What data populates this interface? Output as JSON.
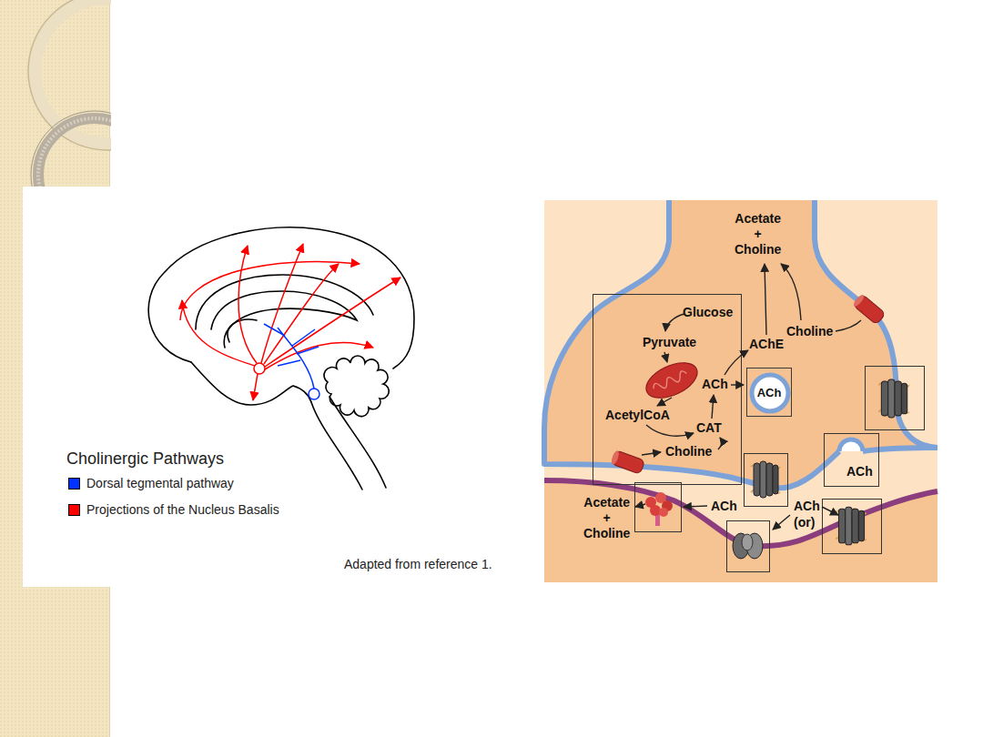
{
  "diagram": {
    "nodes": [
      {
        "text": [
          "ACh"
        ]
      }
    ],
    "labels": [
      "Cholinergic Pathways",
      "Adapted from reference 1.",
      "Acetate + Choline",
      "Glucose",
      "Pyruvate",
      "AChE",
      "Choline",
      "ACh",
      "AcetylCoA",
      "CAT",
      "Choline",
      "ACh",
      "Acetate + Choline",
      "ACh",
      "ACh",
      "(or)"
    ],
    "legend": [
      {
        "text": "Dorsal tegmental pathway",
        "color": "#0033ff"
      },
      {
        "text": "Projections of the Nucleus Basalis",
        "color": "#ff0000"
      }
    ]
  }
}
